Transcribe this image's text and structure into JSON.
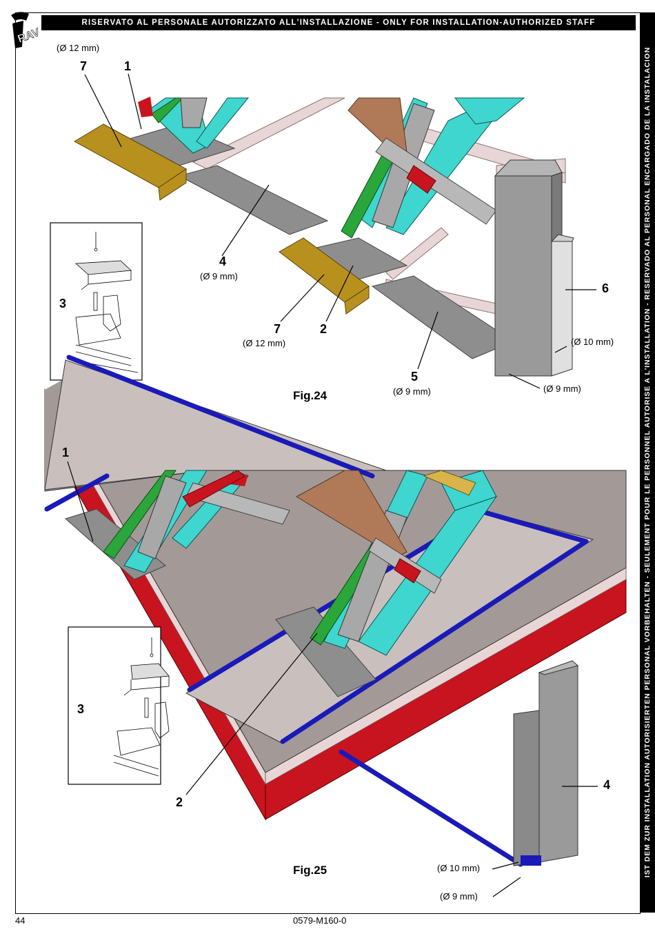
{
  "header": {
    "text": "RISERVATO AL PERSONALE AUTORIZZATO ALL'INSTALLAZIONE - ONLY FOR INSTALLATION-AUTHORIZED STAFF"
  },
  "sidebar": {
    "text": "IST DEM ZUR INSTALLATION AUTORISIERTEN PERSONAL VORBEHALTEN - SEULEMENT POUR LE PERSONNEL AUTORISE A L'INSTALLATION - RESERVADO AL PERSONAL ENCARGADO DE LA INSTALACION"
  },
  "logo": {
    "text": "RAV"
  },
  "footer": {
    "page": "44",
    "code": "0579-M160-0"
  },
  "fig24": {
    "caption": "Fig.24",
    "callouts": [
      {
        "num": "7",
        "dia": "(Ø 12 mm)"
      },
      {
        "num": "1"
      },
      {
        "num": "4",
        "dia": "(Ø 9 mm)"
      },
      {
        "num": "3"
      },
      {
        "num": "7",
        "dia": "(Ø 12 mm)"
      },
      {
        "num": "2"
      },
      {
        "num": "6"
      },
      {
        "num": "5",
        "dia": "(Ø 9 mm)"
      }
    ],
    "notes": [
      "(Ø 10 mm)",
      "(Ø 9 mm)"
    ]
  },
  "fig25": {
    "caption": "Fig.25",
    "callouts": [
      {
        "num": "1"
      },
      {
        "num": "3"
      },
      {
        "num": "2"
      },
      {
        "num": "4"
      }
    ],
    "notes": [
      "(Ø 10 mm)",
      "(Ø 9 mm)"
    ]
  },
  "colors": {
    "cyan": "#3fd6cf",
    "green": "#2aa63a",
    "red": "#c8141e",
    "blue": "#1a1ab8",
    "gold": "#b8901e",
    "slab": "#a39a98",
    "gray": "#8e8e8e",
    "brown": "#b07a58"
  }
}
